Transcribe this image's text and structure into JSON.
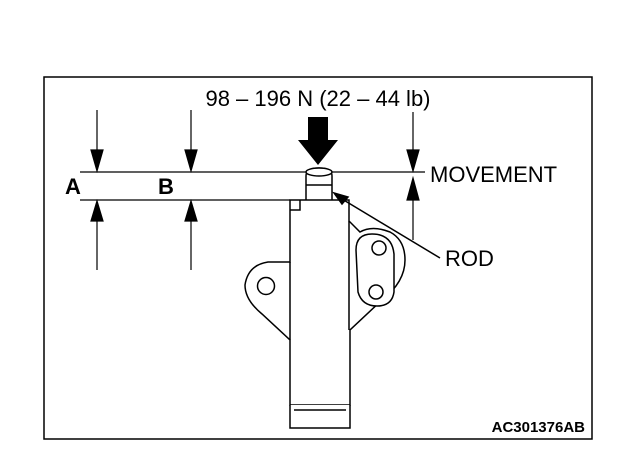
{
  "diagram": {
    "load_label": "98 – 196 N (22 – 44 lb)",
    "movement_label": "MOVEMENT",
    "rod_label": "ROD",
    "dimension_a_label": "A",
    "dimension_b_label": "B",
    "figure_code": "AC301376AB"
  }
}
